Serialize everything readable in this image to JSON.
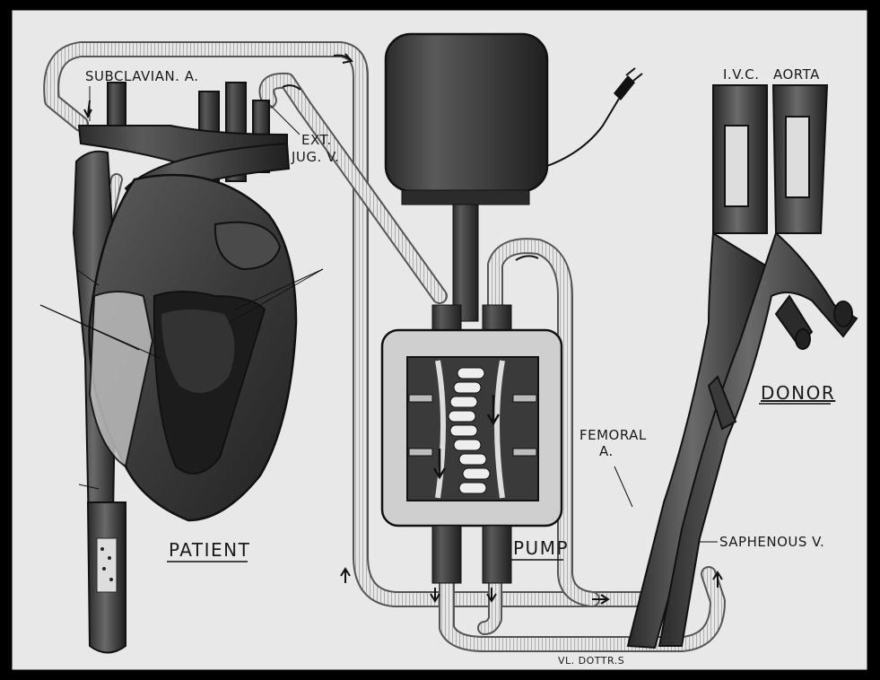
{
  "labels": {
    "subclavian": "SUBCLAVIAN. A.",
    "ext_jug_line1": "EXT.",
    "ext_jug_line2": "JUG. V.",
    "ivc": "I.V.C.",
    "aorta": "AORTA",
    "donor": "DONOR",
    "femoral_line1": "FEMORAL",
    "femoral_line2": "A.",
    "patient": "PATIENT",
    "pump": "PUMP",
    "saphenous": "SAPHENOUS V.",
    "signature": "VL. DOTTR.S"
  }
}
